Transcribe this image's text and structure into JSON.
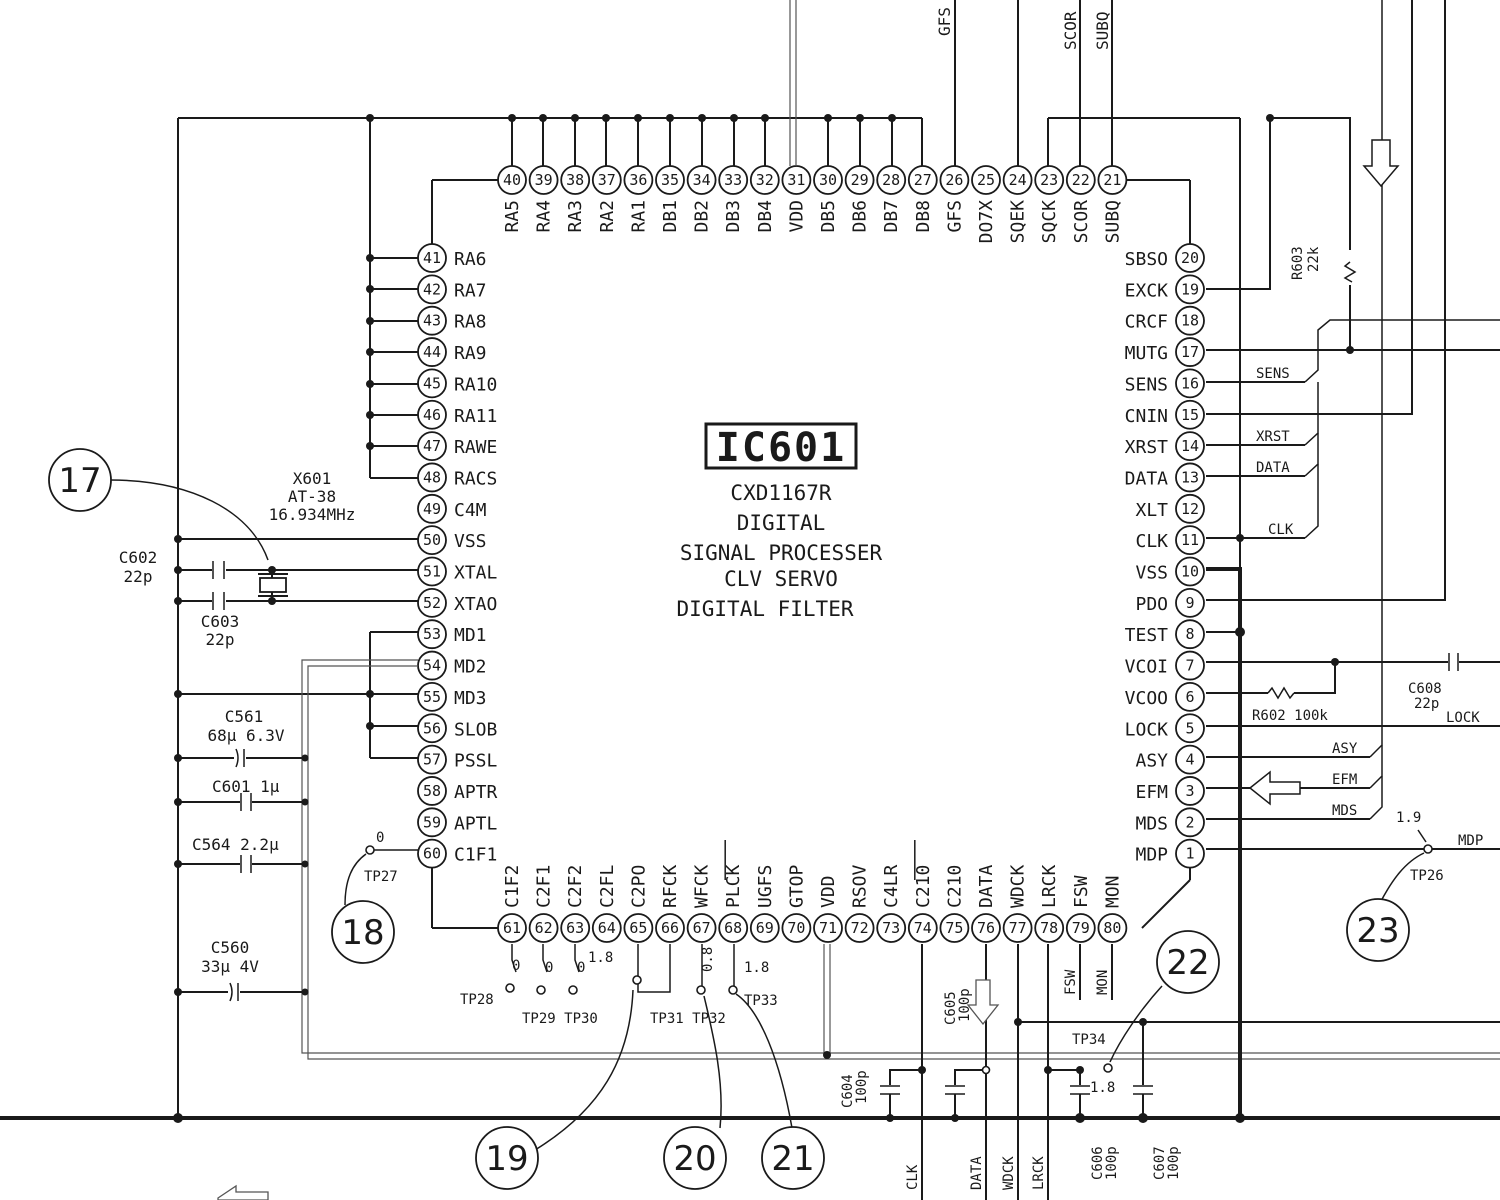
{
  "ic": {
    "name": "IC601",
    "part": "CXD1167R",
    "desc": [
      "DIGITAL",
      "SIGNAL PROCESSER",
      "CLV SERVO",
      "DIGITAL FILTER"
    ]
  },
  "pins_top": [
    {
      "n": "40",
      "l": "RA5"
    },
    {
      "n": "39",
      "l": "RA4"
    },
    {
      "n": "38",
      "l": "RA3"
    },
    {
      "n": "37",
      "l": "RA2"
    },
    {
      "n": "36",
      "l": "RA1"
    },
    {
      "n": "35",
      "l": "DB1"
    },
    {
      "n": "34",
      "l": "DB2"
    },
    {
      "n": "33",
      "l": "DB3"
    },
    {
      "n": "32",
      "l": "DB4"
    },
    {
      "n": "31",
      "l": "VDD"
    },
    {
      "n": "30",
      "l": "DB5"
    },
    {
      "n": "29",
      "l": "DB6"
    },
    {
      "n": "28",
      "l": "DB7"
    },
    {
      "n": "27",
      "l": "DB8"
    },
    {
      "n": "26",
      "l": "GFS"
    },
    {
      "n": "25",
      "l": "DO7X"
    },
    {
      "n": "24",
      "l": "SQEK"
    },
    {
      "n": "23",
      "l": "SQCK"
    },
    {
      "n": "22",
      "l": "SCOR"
    },
    {
      "n": "21",
      "l": "SUBQ"
    }
  ],
  "pins_left": [
    {
      "n": "41",
      "l": "RA6"
    },
    {
      "n": "42",
      "l": "RA7"
    },
    {
      "n": "43",
      "l": "RA8"
    },
    {
      "n": "44",
      "l": "RA9"
    },
    {
      "n": "45",
      "l": "RA10"
    },
    {
      "n": "46",
      "l": "RA11"
    },
    {
      "n": "47",
      "l": "RAWE"
    },
    {
      "n": "48",
      "l": "RACS"
    },
    {
      "n": "49",
      "l": "C4M"
    },
    {
      "n": "50",
      "l": "VSS"
    },
    {
      "n": "51",
      "l": "XTAL"
    },
    {
      "n": "52",
      "l": "XTAO"
    },
    {
      "n": "53",
      "l": "MD1"
    },
    {
      "n": "54",
      "l": "MD2"
    },
    {
      "n": "55",
      "l": "MD3"
    },
    {
      "n": "56",
      "l": "SLOB"
    },
    {
      "n": "57",
      "l": "PSSL"
    },
    {
      "n": "58",
      "l": "APTR"
    },
    {
      "n": "59",
      "l": "APTL"
    },
    {
      "n": "60",
      "l": "C1F1"
    }
  ],
  "pins_right": [
    {
      "n": "20",
      "l": "SBSO"
    },
    {
      "n": "19",
      "l": "EXCK"
    },
    {
      "n": "18",
      "l": "CRCF"
    },
    {
      "n": "17",
      "l": "MUTG"
    },
    {
      "n": "16",
      "l": "SENS"
    },
    {
      "n": "15",
      "l": "CNIN"
    },
    {
      "n": "14",
      "l": "XRST"
    },
    {
      "n": "13",
      "l": "DATA"
    },
    {
      "n": "12",
      "l": "XLT"
    },
    {
      "n": "11",
      "l": "CLK"
    },
    {
      "n": "10",
      "l": "VSS"
    },
    {
      "n": "9",
      "l": "PDO"
    },
    {
      "n": "8",
      "l": "TEST"
    },
    {
      "n": "7",
      "l": "VCOI"
    },
    {
      "n": "6",
      "l": "VCOO"
    },
    {
      "n": "5",
      "l": "LOCK"
    },
    {
      "n": "4",
      "l": "ASY"
    },
    {
      "n": "3",
      "l": "EFM"
    },
    {
      "n": "2",
      "l": "MDS"
    },
    {
      "n": "1",
      "l": "MDP"
    }
  ],
  "pins_bottom": [
    {
      "n": "61",
      "l": "C1F2"
    },
    {
      "n": "62",
      "l": "C2F1"
    },
    {
      "n": "63",
      "l": "C2F2"
    },
    {
      "n": "64",
      "l": "C2FL"
    },
    {
      "n": "65",
      "l": "C2PO"
    },
    {
      "n": "66",
      "l": "RFCK"
    },
    {
      "n": "67",
      "l": "WFCK"
    },
    {
      "n": "68",
      "l": "PLCK"
    },
    {
      "n": "69",
      "l": "UGFS"
    },
    {
      "n": "70",
      "l": "GTOP"
    },
    {
      "n": "71",
      "l": "VDD"
    },
    {
      "n": "72",
      "l": "RSOV"
    },
    {
      "n": "73",
      "l": "C4LR"
    },
    {
      "n": "74",
      "l": "C210"
    },
    {
      "n": "75",
      "l": "C210"
    },
    {
      "n": "76",
      "l": "DATA"
    },
    {
      "n": "77",
      "l": "WDCK"
    },
    {
      "n": "78",
      "l": "LRCK"
    },
    {
      "n": "79",
      "l": "FSW"
    },
    {
      "n": "80",
      "l": "MON"
    }
  ],
  "top_signals": [
    "GFS",
    "SCOR",
    "SUBQ"
  ],
  "right_signals": [
    "SENS",
    "XRST",
    "DATA",
    "CLK",
    "ASY",
    "EFM",
    "MDS",
    "LOCK",
    "MDP"
  ],
  "bottom_signals": [
    "CLK",
    "DATA",
    "WDCK",
    "LRCK",
    "FSW",
    "MON"
  ],
  "crystal": {
    "ref": "X601",
    "type": "AT-38",
    "freq": "16.934MHz"
  },
  "components": {
    "c602": [
      "C602",
      "22p"
    ],
    "c603": [
      "C603",
      "22p"
    ],
    "c561": [
      "C561",
      "68µ 6.3V"
    ],
    "c601": "C601  1µ",
    "c564": "C564  2.2µ",
    "c560": [
      "C560",
      "33µ  4V"
    ],
    "r603": [
      "R603",
      "22k"
    ],
    "r602": "R602  100k",
    "c608": [
      "C608",
      "22p"
    ],
    "c605": [
      "C605",
      "100p"
    ],
    "c604": [
      "C604",
      "100p"
    ],
    "c606": [
      "C606",
      "100p"
    ],
    "c607": [
      "C607",
      "100p"
    ]
  },
  "testpoints": {
    "tp26": "TP26",
    "tp27": "TP27",
    "tp28": "TP28",
    "tp29_30": "TP29 TP30",
    "tp31_32": "TP31 TP32",
    "tp33": "TP33",
    "tp34": "TP34"
  },
  "voltages": {
    "tp27": "0",
    "tp28": "0",
    "tp29": "0",
    "tp30": "0",
    "tp31": "1.8",
    "tp32": "0.8",
    "tp33": "1.8",
    "tp34": "1.8",
    "tp26": "1.9"
  },
  "callouts": [
    "17",
    "18",
    "19",
    "20",
    "21",
    "22",
    "23"
  ]
}
